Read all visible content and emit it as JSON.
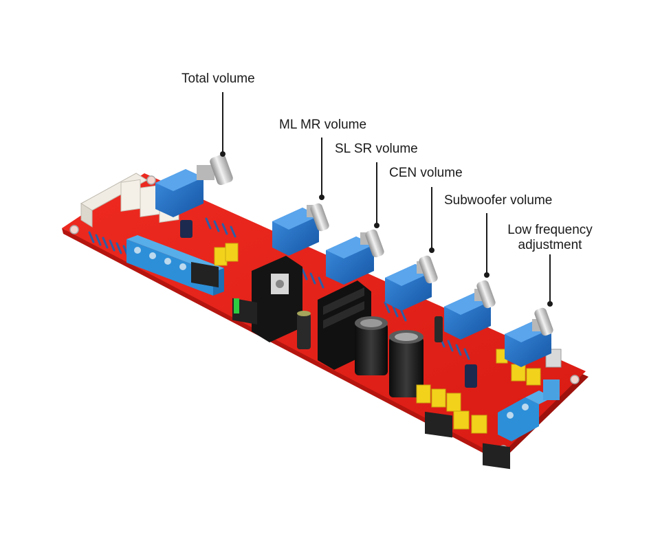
{
  "callouts": {
    "total_volume": "Total volume",
    "ml_mr_volume": "ML MR volume",
    "sl_sr_volume": "SL SR volume",
    "cen_volume": "CEN volume",
    "subwoofer_volume": "Subwoofer volume",
    "low_frequency_line1": "Low frequency",
    "low_frequency_line2": "adjustment"
  },
  "colors": {
    "pcb_red": "#e0201a",
    "pcb_edge": "#a8140f",
    "pot_blue": "#1f6fc4",
    "terminal_blue": "#2d8fd8",
    "capacitor_yellow": "#f2d21b",
    "heatsink_black": "#141414",
    "shaft_silver": "#c9c9c9"
  }
}
